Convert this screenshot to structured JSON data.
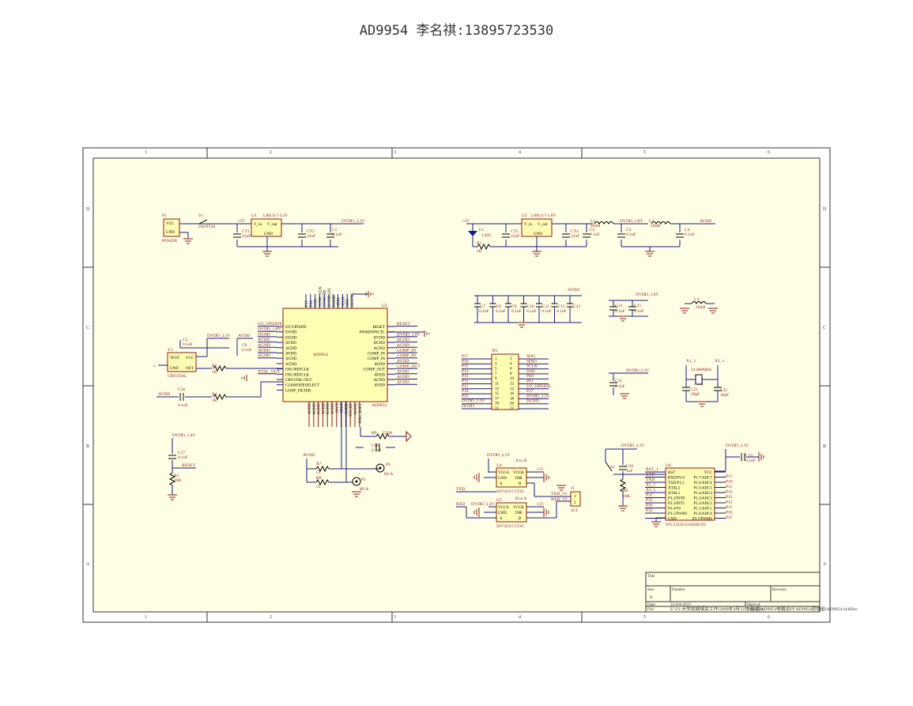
{
  "title": "AD9954 李名祺:13895723530",
  "grid": {
    "cols": [
      "1",
      "2",
      "3",
      "4",
      "5",
      "6"
    ],
    "rows": [
      "D",
      "C",
      "B",
      "A"
    ]
  },
  "power_section": {
    "p1": {
      "ref": "P1",
      "pins": [
        "VCC",
        "GND"
      ],
      "name": "POWER"
    },
    "s1": {
      "ref": "S1",
      "name": "SWITCH"
    },
    "u1": {
      "ref": "U1",
      "part": "LM1117-3.3V",
      "pins": [
        "V_in",
        "V_out",
        "GND"
      ]
    },
    "ct1": {
      "ref": "CT1",
      "value": "22uF"
    },
    "ct2": {
      "ref": "CT2",
      "value": "22uF"
    },
    "c1": {
      "ref": "C1",
      "value": "0.1uF"
    },
    "net_5v": "+5V",
    "net_dvdd33": "DVDD_3.3V",
    "u2": {
      "ref": "U2",
      "part": "LM1117-1.8V",
      "pins": [
        "V_in",
        "V_out",
        "GND"
      ]
    },
    "l1": {
      "ref": "L1",
      "name": "LED"
    },
    "r1": {
      "ref": "R1",
      "value": "1K"
    },
    "ct3": {
      "ref": "CT3",
      "value": "22uF"
    },
    "ct4": {
      "ref": "CT4",
      "value": "22uF"
    },
    "c2": {
      "ref": "C2",
      "value": "0.1uF"
    },
    "l2": {
      "ref": "L2",
      "value": "10uH"
    },
    "net_dvdd18": "DVDD_1.8V",
    "l3": {
      "ref": "L3",
      "value": "10uH"
    },
    "net_avdd": "AVDD",
    "c3": {
      "ref": "C3",
      "value": "0.1uF"
    },
    "c4": {
      "ref": "C4",
      "value": "0.1uF"
    }
  },
  "u3": {
    "ref": "U3",
    "part": "AD9954",
    "left_pins": [
      "I/O UPDATE",
      "DVDD",
      "DGND",
      "AVDD",
      "AGND",
      "AVDD",
      "AGND",
      "AGND",
      "OSC/REFCLK",
      "OSC/REFCLK",
      "CRYSTAL OUT",
      "CLKMODESELECT",
      "LOOP_FILTER"
    ],
    "left_nets": [
      "I/O_UPDATE",
      "DVDD_1.8V",
      "DGND",
      "AVDD",
      "AGND",
      "AVDD",
      "AGND",
      "XTAL_OUT"
    ],
    "right_pins": [
      "RESET",
      "PWRDWNCTL",
      "DVDD",
      "DGND",
      "AGND",
      "COMP_IN",
      "COMP_IN",
      "AVDD",
      "COMP_OUT",
      "AVDD",
      "AGND",
      "AVDD"
    ],
    "right_nets": [
      "RESET",
      "DVDD_1.8V",
      "DGND",
      "AGND",
      "COMP_IN",
      "COMP_IN",
      "AVDD",
      "COMP_OUT",
      "AVDD",
      "AGND",
      "AVDD"
    ],
    "top_pins": [
      "PS1",
      "PS0",
      "OSK",
      "SYNC_CLK",
      "SYNC_IN",
      "DVDD_I/O",
      "DGND",
      "SDIO",
      "SCLK",
      "SDO",
      "IOSYNC"
    ],
    "bottom_pins": [
      "AVDD",
      "AGND",
      "AGND",
      "AVDD",
      "AGND",
      "AVDD",
      "IOUT",
      "IOUT",
      "AGND",
      "DACBP",
      "AGND",
      "DAC_RSET"
    ]
  },
  "clock_section": {
    "y1": {
      "ref": "Y1",
      "pins": [
        "TEST",
        "VCC",
        "GND",
        "OUT"
      ],
      "name": "CRYSTAL"
    },
    "c5": {
      "ref": "C5",
      "value": "0.1uF"
    },
    "c6": {
      "ref": "C6",
      "value": "0.1uF"
    },
    "r2": {
      "ref": "R2",
      "value": "1K"
    },
    "c16": {
      "ref": "C16",
      "value": "0.1uF"
    },
    "r4": {
      "ref": "R4",
      "value": "1K"
    },
    "net_dvdd33": "DVDD_3.3V",
    "net_avdd": "AVDD"
  },
  "decoupling": {
    "avdd_caps": [
      "C7",
      "C8",
      "C9",
      "C10",
      "C11",
      "C12",
      "C13"
    ],
    "avdd_value": "0.1uF",
    "dvdd18_caps": [
      "C14",
      "C15"
    ],
    "l4": {
      "ref": "L4",
      "value": "10uH"
    },
    "net_avdd": "AVDD",
    "net_dvdd18": "DVDD_1.8V"
  },
  "jp1": {
    "ref": "JP1",
    "left": [
      "P17",
      "P16",
      "P15",
      "P14",
      "P13",
      "P12",
      "P11",
      "P10",
      "P35",
      "DVDD_3.3V",
      "DGND"
    ],
    "right": [
      "SDO",
      "SDIO",
      "SCLK",
      "OSK",
      "PS0",
      "PS1",
      "I/O_UPDATE",
      "P37",
      "DVDD_3.3V",
      "DGND"
    ],
    "odd": [
      "1",
      "3",
      "5",
      "7",
      "9",
      "11",
      "13",
      "15",
      "17",
      "19",
      "21"
    ],
    "even": [
      "2",
      "4",
      "6",
      "8",
      "10",
      "12",
      "14",
      "16",
      "18",
      "20",
      "22"
    ]
  },
  "misc_right": {
    "c15": {
      "ref": "C15",
      "value": "0.1uF"
    },
    "x1": {
      "ref": "X1",
      "freq": "24.000MHz",
      "pins": [
        "X1_1",
        "X2_1"
      ]
    },
    "c21": {
      "ref": "C21",
      "value": "20pF"
    },
    "c22": {
      "ref": "C22",
      "value": "20pF"
    }
  },
  "output_section": {
    "c17": {
      "ref": "C17",
      "value": "0.1uF"
    },
    "r3": {
      "ref": "R3",
      "value": "10K"
    },
    "net_reset": "RESET",
    "net_dvdd18": "DVDD_1.8V",
    "r9": {
      "ref": "R9",
      "value": "3.92K"
    },
    "c19": {
      "ref": "C19",
      "value": "0.1uF"
    },
    "r7": {
      "ref": "R7",
      "value": "51"
    },
    "r8": {
      "ref": "R8",
      "value": "51"
    },
    "p3": {
      "ref": "P3",
      "name": "RCA"
    },
    "p2": {
      "ref": "P2",
      "name": "RCA"
    },
    "net_avdd": "AVDD"
  },
  "level_shift": {
    "u4": {
      "ref": "U4",
      "part": "SN74LVC1T45",
      "pins": [
        "VCCA",
        "VCCB",
        "GND",
        "DIR",
        "A",
        "B"
      ],
      "dir": "A to B"
    },
    "u5": {
      "ref": "U5",
      "part": "SN74LVC1T45",
      "pins": [
        "VCCA",
        "VCCB",
        "GND",
        "DIR",
        "A",
        "B"
      ],
      "dir": "B to A"
    },
    "nets": [
      "DVDD_3.3V",
      "+5V",
      "TXD",
      "RXD",
      "DVDD_3.3V",
      "+5V"
    ],
    "j1": {
      "ref": "J1",
      "name": "SCI",
      "pins": [
        "TXD_5V",
        "RXD_5V"
      ]
    }
  },
  "mcu_section": {
    "s2": {
      "ref": "S2"
    },
    "c20": {
      "ref": "C20",
      "value": "1uF"
    },
    "r6": {
      "ref": "R6",
      "value": "10K"
    },
    "net": "DVDD_3.3V",
    "u6": {
      "ref": "U6",
      "part": "STC12LE5410AD(20)",
      "left_pins": [
        "RST",
        "RXD/P3.0",
        "TXD/P3.1",
        "XTAL2",
        "XTAL1",
        "P3.2/INT0",
        "P3.3/INT1",
        "P3.4/T0",
        "P3.5/PWM1",
        "GND"
      ],
      "right_pins": [
        "VCC",
        "P1.7/ADC7",
        "P1.6/ADC6",
        "P1.5/ADC5",
        "P1.4/ADC4",
        "P1.3/ADC3",
        "P1.2/ADC2",
        "P1.1/ADC1",
        "P1.0/ADC0",
        "P3.7/PWM0"
      ],
      "left_nets": [
        "RST_1",
        "RXD",
        "TXD",
        "X2_1",
        "X1_1",
        "P32",
        "P33",
        "P34",
        "P35"
      ],
      "right_nets": [
        "P17",
        "P16",
        "P15",
        "P14",
        "P13",
        "P12",
        "P11",
        "P10",
        "P37"
      ]
    },
    "c23": {
      "ref": "C23",
      "value": "0.1uF"
    },
    "net_vcc": "DVDD_3.3V"
  },
  "title_block": {
    "title_label": "Title",
    "size_label": "Size",
    "size": "B",
    "number_label": "Number",
    "revision_label": "Revision",
    "date_label": "Date:",
    "date": "23-Feb-2013",
    "sheet_label": "Sheet  of",
    "file_label": "File:",
    "file": "E:\\21-大学前期相关工作\\2009年4月22日\\整理\\AD9954电路设计\\AD9954原理图\\AD9954.SchDoc",
    "drawn_label": "Drawn By:"
  },
  "colors": {
    "wire": "#1a1a8c",
    "body": "#ffffb4",
    "outline": "#8b1a1a",
    "frame": "#333333"
  }
}
